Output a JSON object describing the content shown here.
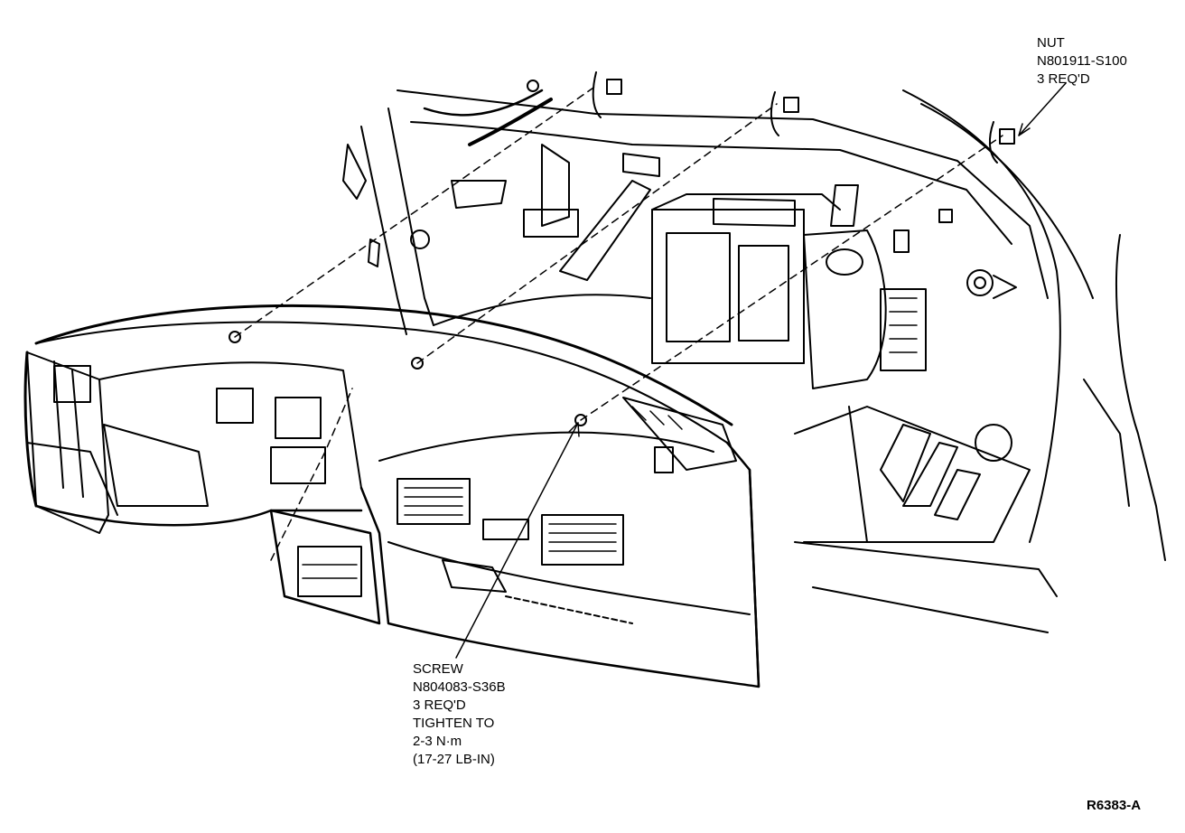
{
  "callouts": {
    "nut": {
      "lines": [
        "NUT",
        "N801911-S100",
        "3 REQ'D"
      ]
    },
    "screw": {
      "lines": [
        "SCREW",
        "N804083-S36B",
        "3 REQ'D",
        "TIGHTEN TO",
        "2-3 N·m",
        "(17-27 LB-IN)"
      ]
    }
  },
  "figure_id": "R6383-A"
}
